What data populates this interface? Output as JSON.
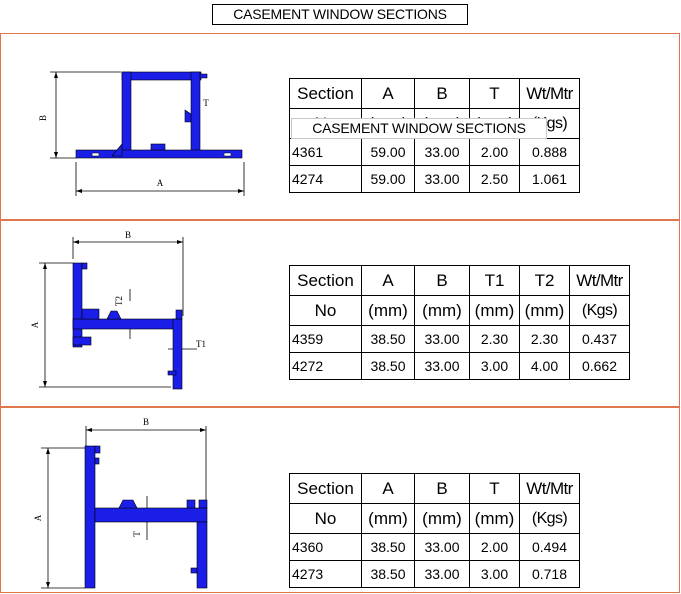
{
  "title": "CASEMENT WINDOW SECTIONS",
  "colors": {
    "profile": "#1a1ee6",
    "panel_border": "#e0764b"
  },
  "sections": [
    {
      "dims": {
        "a": "A",
        "b": "B",
        "t": "T"
      },
      "overlay_label": "CASEMENT WINDOW SECTIONS",
      "table": {
        "header1": [
          "Section",
          "A",
          "B",
          "T",
          "Wt/Mtr"
        ],
        "header2": [
          "No",
          "(mm)",
          "(mm)",
          "(mm)",
          "(Kgs)"
        ],
        "rows": [
          [
            "4361",
            "59.00",
            "33.00",
            "2.00",
            "0.888"
          ],
          [
            "4274",
            "59.00",
            "33.00",
            "2.50",
            "1.061"
          ]
        ]
      }
    },
    {
      "dims": {
        "a": "A",
        "b": "B",
        "t1": "T1",
        "t2": "T2"
      },
      "table": {
        "header1": [
          "Section",
          "A",
          "B",
          "T1",
          "T2",
          "Wt/Mtr"
        ],
        "header2": [
          "No",
          "(mm)",
          "(mm)",
          "(mm)",
          "(mm)",
          "(Kgs)"
        ],
        "rows": [
          [
            "4359",
            "38.50",
            "33.00",
            "2.30",
            "2.30",
            "0.437"
          ],
          [
            "4272",
            "38.50",
            "33.00",
            "3.00",
            "4.00",
            "0.662"
          ]
        ]
      }
    },
    {
      "dims": {
        "a": "A",
        "b": "B",
        "t": "T"
      },
      "table": {
        "header1": [
          "Section",
          "A",
          "B",
          "T",
          "Wt/Mtr"
        ],
        "header2": [
          "No",
          "(mm)",
          "(mm)",
          "(mm)",
          "(Kgs)"
        ],
        "rows": [
          [
            "4360",
            "38.50",
            "33.00",
            "2.00",
            "0.494"
          ],
          [
            "4273",
            "38.50",
            "33.00",
            "3.00",
            "0.718"
          ]
        ]
      }
    }
  ]
}
